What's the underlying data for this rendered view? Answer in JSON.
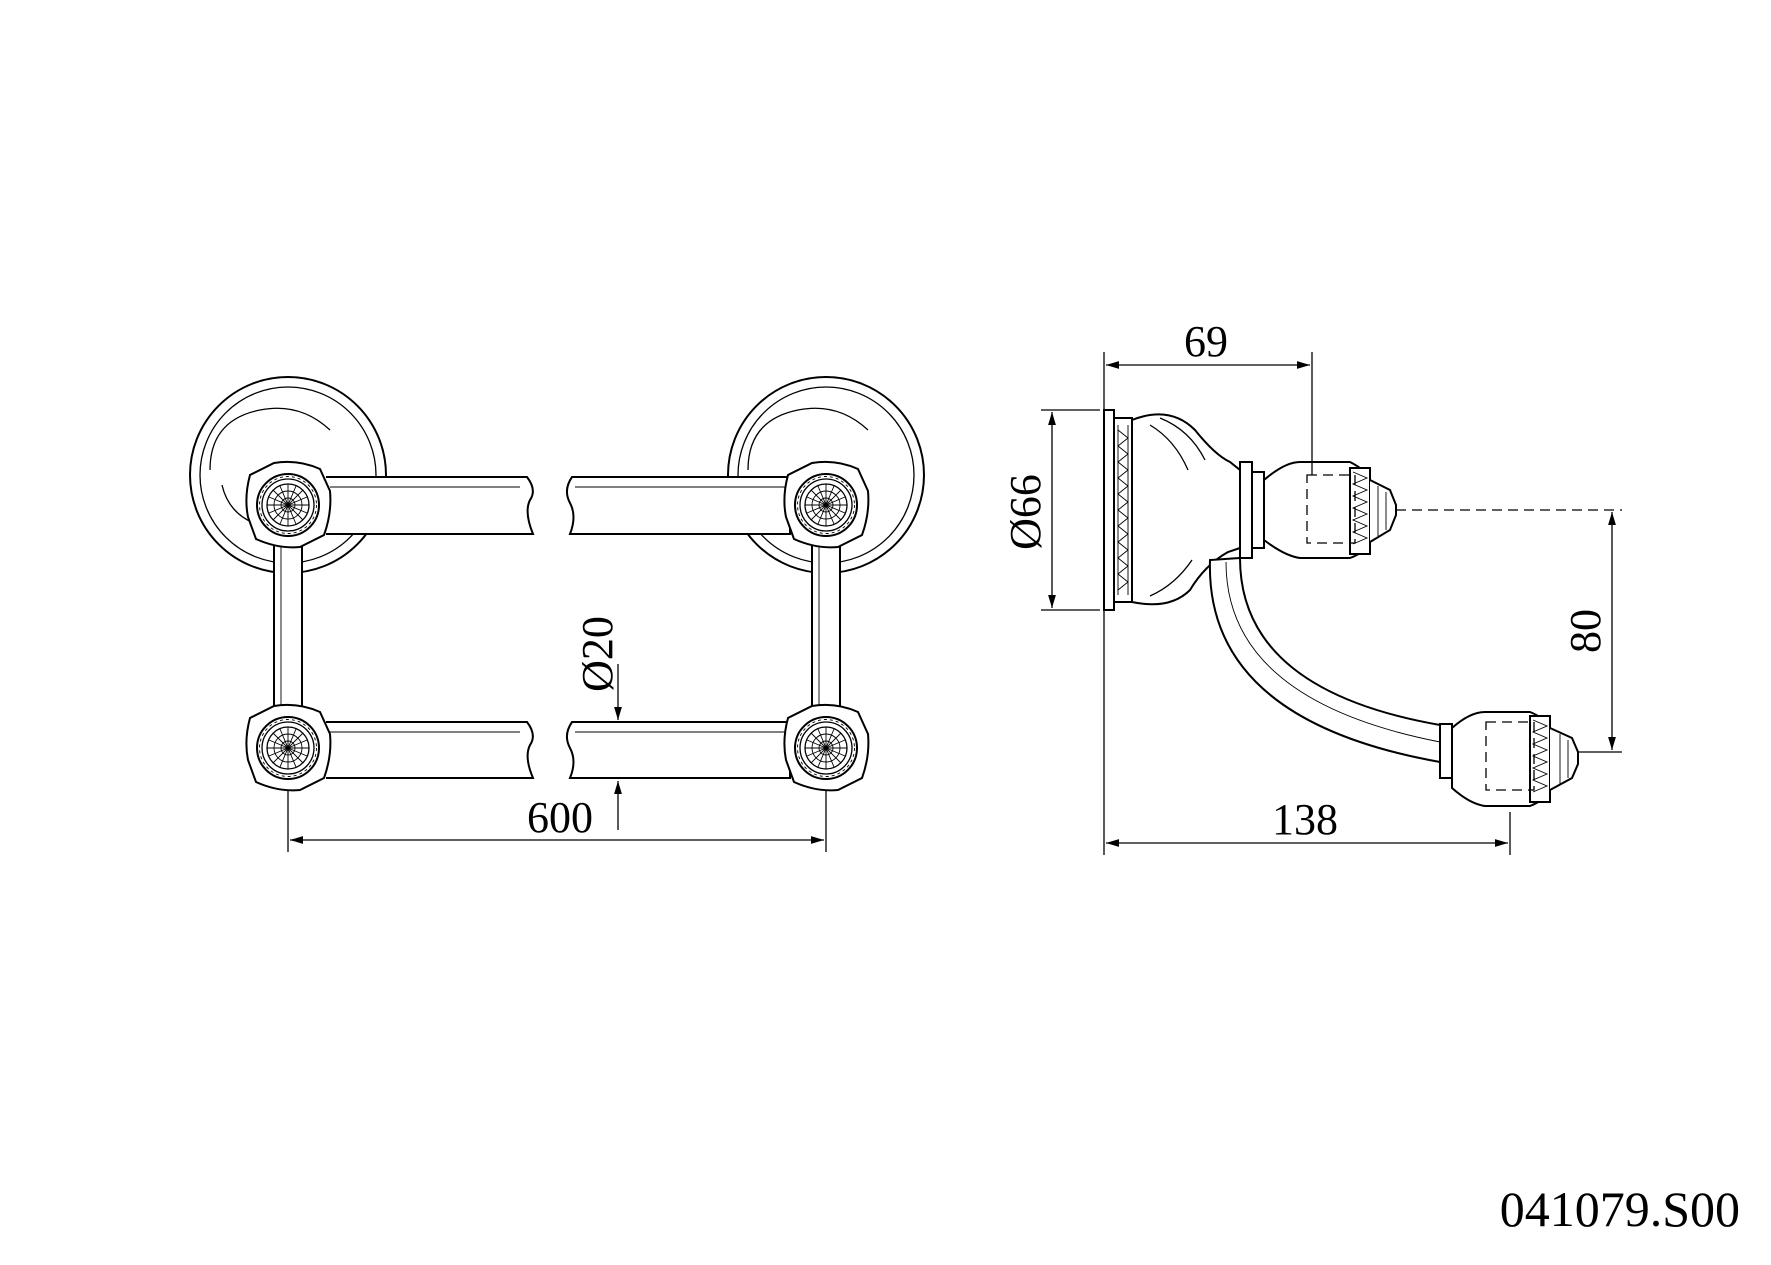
{
  "dimensions": {
    "length": "600",
    "tube_diameter": "Ø20",
    "depth": "69",
    "base_diameter": "Ø66",
    "hook_drop": "80",
    "projection": "138"
  },
  "product_code": "041079.S00"
}
